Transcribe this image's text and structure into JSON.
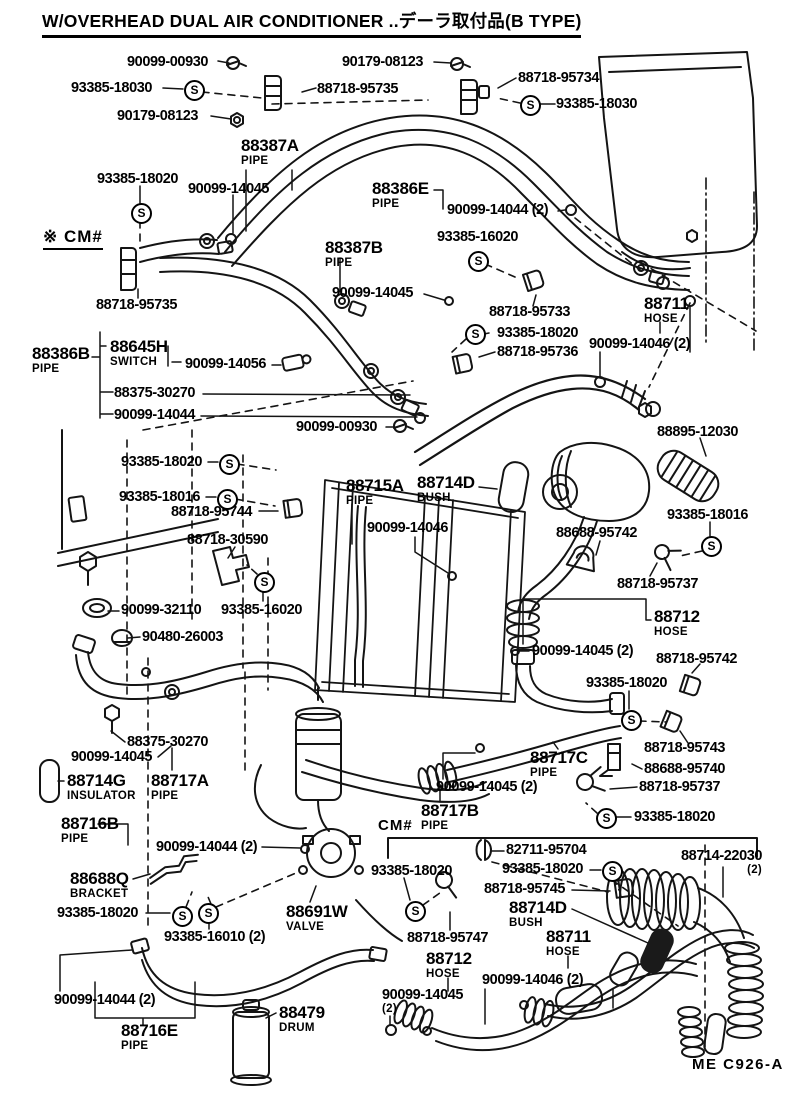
{
  "title": "W/OVERHEAD DUAL AIR CONDITIONER ..デーラ取付品(B TYPE)",
  "footer_code": "ME C926-A",
  "cm_marker_left": "※ CM#",
  "cm_marker_bottom": "CM#",
  "s_symbol": "S",
  "labels": [
    {
      "text": "90099-00930"
    },
    {
      "text": "93385-18030"
    },
    {
      "text": "90179-08123"
    },
    {
      "text": "88718-95735"
    },
    {
      "text": "90179-08123"
    },
    {
      "text": "88718-95734"
    },
    {
      "text": "93385-18030"
    },
    {
      "text": "88387A",
      "sub": "PIPE"
    },
    {
      "text": "93385-18020"
    },
    {
      "text": "90099-14045"
    },
    {
      "text": "88386E",
      "sub": "PIPE"
    },
    {
      "text": "90099-14044 (2)"
    },
    {
      "text": "88387B",
      "sub": "PIPE"
    },
    {
      "text": "93385-16020"
    },
    {
      "text": "90099-14045"
    },
    {
      "text": "88718-95735"
    },
    {
      "text": "88718-95733"
    },
    {
      "text": "88711",
      "sub": "HOSE"
    },
    {
      "text": "93385-18020"
    },
    {
      "text": "88718-95736"
    },
    {
      "text": "90099-14046 (2)"
    },
    {
      "text": "88386B",
      "sub": "PIPE"
    },
    {
      "text": "88645H",
      "sub": "SWITCH"
    },
    {
      "text": "90099-14056"
    },
    {
      "text": "88375-30270"
    },
    {
      "text": "90099-14044"
    },
    {
      "text": "90099-00930"
    },
    {
      "text": "93385-18020"
    },
    {
      "text": "93385-18016"
    },
    {
      "text": "88715A",
      "sub": "PIPE"
    },
    {
      "text": "88714D",
      "sub": "BUSH"
    },
    {
      "text": "88718-95744"
    },
    {
      "text": "88718-30590"
    },
    {
      "text": "90099-14046"
    },
    {
      "text": "88688-95742"
    },
    {
      "text": "93385-18016"
    },
    {
      "text": "88895-12030"
    },
    {
      "text": "88718-95737"
    },
    {
      "text": "88712",
      "sub": "HOSE"
    },
    {
      "text": "90099-32110"
    },
    {
      "text": "93385-16020"
    },
    {
      "text": "90480-26003"
    },
    {
      "text": "90099-14045 (2)"
    },
    {
      "text": "88718-95742"
    },
    {
      "text": "93385-18020"
    },
    {
      "text": "88718-95743"
    },
    {
      "text": "88688-95740"
    },
    {
      "text": "88718-95737"
    },
    {
      "text": "93385-18020"
    },
    {
      "text": "88717C",
      "sub": "PIPE"
    },
    {
      "text": "90099-14045 (2)"
    },
    {
      "text": "88717B",
      "sub": "PIPE"
    },
    {
      "text": "88375-30270"
    },
    {
      "text": "90099-14045"
    },
    {
      "text": "88714G",
      "sub": "INSULATOR"
    },
    {
      "text": "88717A",
      "sub": "PIPE"
    },
    {
      "text": "88716B",
      "sub": "PIPE"
    },
    {
      "text": "90099-14044 (2)"
    },
    {
      "text": "88688Q",
      "sub": "BRACKET"
    },
    {
      "text": "93385-18020"
    },
    {
      "text": "93385-16010 (2)"
    },
    {
      "text": "88691W",
      "sub": "VALVE"
    },
    {
      "text": "90099-14044 (2)"
    },
    {
      "text": "88716E",
      "sub": "PIPE"
    },
    {
      "text": "88479",
      "sub": "DRUM"
    },
    {
      "text": "90099-14045",
      "sub": "(2)"
    },
    {
      "text": "82711-95704"
    },
    {
      "text": "93385-18020"
    },
    {
      "text": "88718-95745"
    },
    {
      "text": "88714D",
      "sub": "BUSH"
    },
    {
      "text": "88711",
      "sub": "HOSE"
    },
    {
      "text": "88712",
      "sub": "HOSE"
    },
    {
      "text": "88718-95747"
    },
    {
      "text": "93385-18020"
    },
    {
      "text": "90099-14046 (2)"
    },
    {
      "text": "88714-22030",
      "sub": "(2)"
    }
  ]
}
